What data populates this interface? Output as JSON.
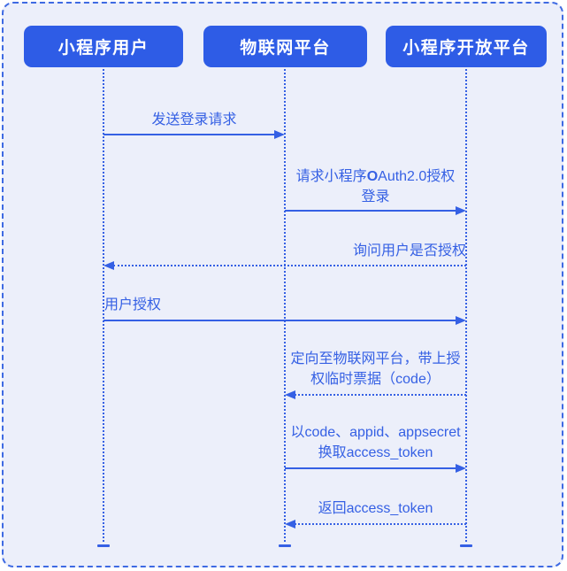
{
  "colors": {
    "accent": "#2e5ce6",
    "ink": "#3560e4",
    "frame-border": "#3e6ae3",
    "bg": "#eceffa",
    "actor-text": "#ffffff"
  },
  "diagram": {
    "type": "sequence-diagram",
    "actors": [
      {
        "id": "mini-program-user",
        "label": "小程序用户"
      },
      {
        "id": "iot-platform",
        "label": "物联网平台"
      },
      {
        "id": "mini-program-open-platform",
        "label": "小程序开放平台"
      }
    ],
    "messages": [
      {
        "from": "小程序用户",
        "to": "物联网平台",
        "line": "solid",
        "text": "发送登录请求"
      },
      {
        "from": "物联网平台",
        "to": "小程序开放平台",
        "line": "solid",
        "text": "请求小程序OAuth2.0授权登录",
        "wrap": {
          "l1a": "请求小程序",
          "l1b": "O",
          "l1c": "Auth2.0授权",
          "l2": "登录"
        }
      },
      {
        "from": "小程序开放平台",
        "to": "小程序用户",
        "line": "dotted",
        "text": "询问用户是否授权"
      },
      {
        "from": "小程序用户",
        "to": "小程序开放平台",
        "line": "solid",
        "text": "用户授权"
      },
      {
        "from": "小程序开放平台",
        "to": "物联网平台",
        "line": "dotted",
        "text": "定向至物联网平台，带上授权临时票据（code）",
        "wrap": {
          "l1": "定向至物联网平台，带上授",
          "l2": "权临时票据（code）"
        }
      },
      {
        "from": "物联网平台",
        "to": "小程序开放平台",
        "line": "solid",
        "text": "以code、appid、appsecret换取access_token",
        "wrap": {
          "l1": "以code、appid、appsecret",
          "l2": "换取access_token"
        }
      },
      {
        "from": "小程序开放平台",
        "to": "物联网平台",
        "line": "dotted",
        "text": "返回access_token"
      }
    ]
  }
}
